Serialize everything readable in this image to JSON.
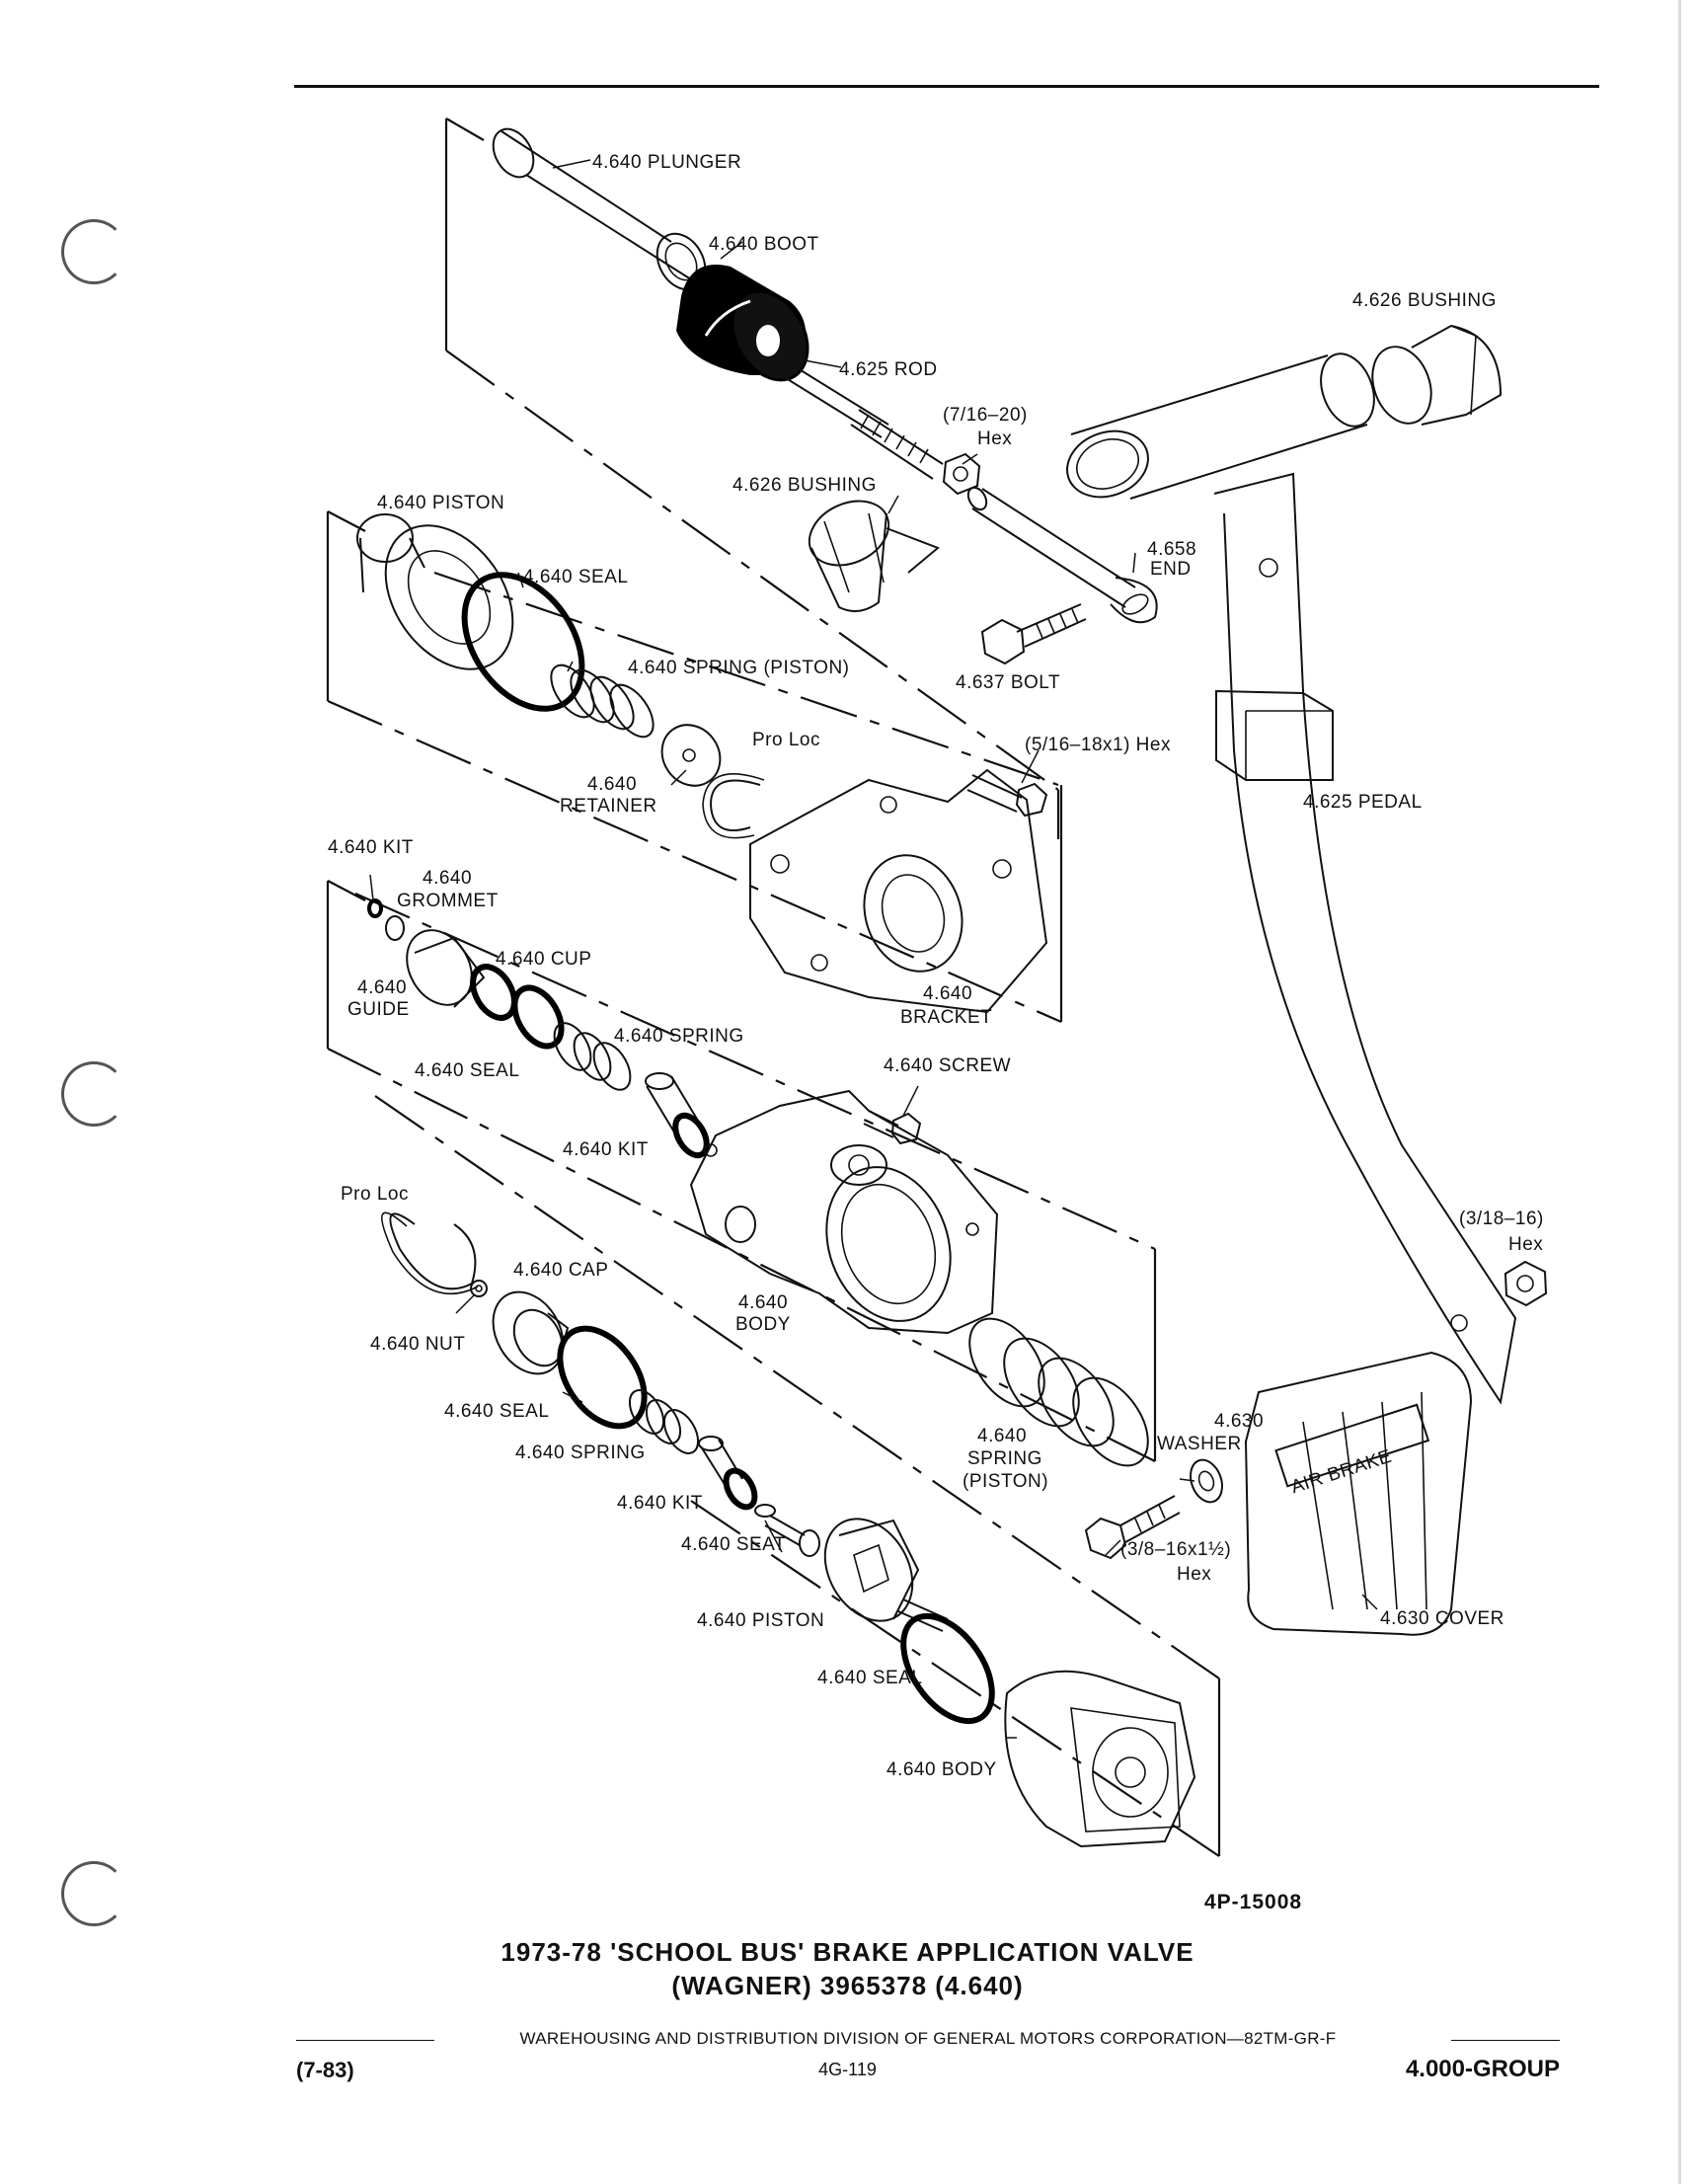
{
  "figure_number": "4P-15008",
  "caption": {
    "line1": "1973-78 'SCHOOL BUS' BRAKE APPLICATION VALVE",
    "line2": "(WAGNER) 3965378 (4.640)"
  },
  "footer": {
    "publisher_line": "WAREHOUSING AND DISTRIBUTION DIVISION OF GENERAL MOTORS CORPORATION—82TM-GR-F",
    "date": "(7-83)",
    "page": "4G-119",
    "group": "4.000-GROUP"
  },
  "labels": {
    "plunger": "4.640 PLUNGER",
    "boot": "4.640 BOOT",
    "bushing_right": "4.626 BUSHING",
    "rod": "4.625 ROD",
    "rod_thread": "(7/16–20)",
    "rod_hex": "Hex",
    "bushing_mid": "4.626 BUSHING",
    "end_num": "4.658",
    "end_word": "END",
    "bolt": "4.637 BOLT",
    "piston_top": "4.640 PISTON",
    "seal_top": "4.640 SEAL",
    "spring_piston": "4.640 SPRING (PISTON)",
    "pro_loc_top": "Pro Loc",
    "bracket_screw": "(5/16–18x1) Hex",
    "retainer_num": "4.640",
    "retainer_word": "RETAINER",
    "pedal": "4.625 PEDAL",
    "kit_top": "4.640 KIT",
    "grommet_num": "4.640",
    "grommet_word": "GROMMET",
    "cup": "4.640 CUP",
    "guide_num": "4.640",
    "guide_word": "GUIDE",
    "spring_mid": "4.640 SPRING",
    "seal_mid": "4.640 SEAL",
    "bracket_num": "4.640",
    "bracket_word": "BRACKET",
    "screw": "4.640 SCREW",
    "kit_mid": "4.640 KIT",
    "pro_loc_low": "Pro Loc",
    "cap": "4.640 CAP",
    "nut": "4.640 NUT",
    "body_num": "4.640",
    "body_word": "BODY",
    "pedal_nut_thread": "(3/18–16)",
    "pedal_nut_hex": "Hex",
    "seal_low": "4.640 SEAL",
    "spring_low": "4.640 SPRING",
    "spring_piston2_num": "4.640",
    "spring_piston2_word": "SPRING",
    "spring_piston2_paren": "(PISTON)",
    "washer_num": "4.630",
    "washer_word": "WASHER",
    "kit_low": "4.640 KIT",
    "seat": "4.640 SEAT",
    "cover_bolt": "(3/8–16x1½)",
    "cover_bolt_hex": "Hex",
    "piston_low": "4.640 PISTON",
    "cover": "4.630 COVER",
    "seal_bottom": "4.640 SEAL",
    "body_bottom": "4.640 BODY",
    "cover_text": "AIR BRAKE"
  }
}
